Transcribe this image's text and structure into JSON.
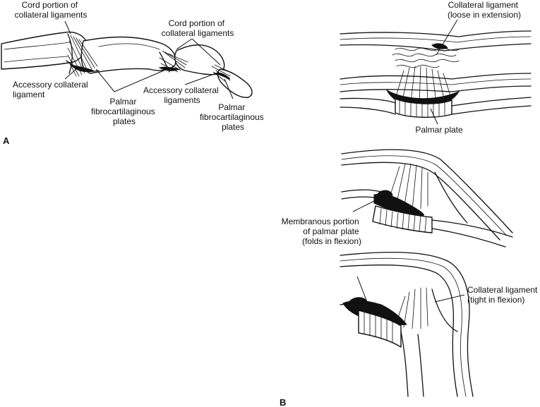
{
  "labels": {
    "cord_portion_1": [
      "Cord portion of",
      "collateral ligaments"
    ],
    "cord_portion_2": [
      "Cord portion of",
      "collateral ligaments"
    ],
    "accessory_1": [
      "Accessory collateral",
      "ligament"
    ],
    "palmar_fibro_1": [
      "Palmar",
      "fibrocartilaginous",
      "plates"
    ],
    "accessory_2": [
      "Accessory collateral",
      "ligaments"
    ],
    "palmar_fibro_2": [
      "Palmar",
      "fibrocartilaginous",
      "plates"
    ],
    "collateral_loose": [
      "Collateral ligament",
      "(loose in extension)"
    ],
    "palmar_plate": [
      "Palmar plate"
    ],
    "membranous": [
      "Membranous portion",
      "of palmar plate",
      "(folds in flexion)"
    ],
    "collateral_tight": [
      "Collateral ligament",
      "(tight in flexion)"
    ]
  },
  "panel_letters": {
    "a": "A",
    "b": "B"
  }
}
